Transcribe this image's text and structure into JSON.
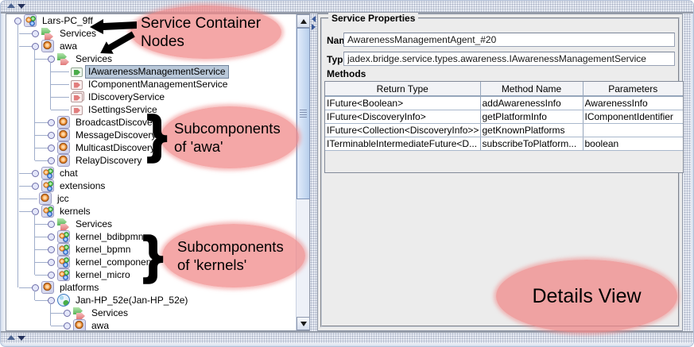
{
  "colors": {
    "highlight_pink": "#f08a8a",
    "selection_blue": "#b9c8d9",
    "tree_line": "#a0aecb",
    "grid_line": "#96a6bc",
    "panel_gray": "#ececec"
  },
  "tree": {
    "rows": [
      {
        "label": "Lars-PC_9ff",
        "level": 0,
        "icon": "platform-icon",
        "expanded": true
      },
      {
        "label": "Services",
        "level": 1,
        "icon": "services-icon",
        "expanded": false
      },
      {
        "label": "awa",
        "level": 1,
        "icon": "component-icon",
        "expanded": true
      },
      {
        "label": "Services",
        "level": 2,
        "icon": "services-icon",
        "expanded": true
      },
      {
        "label": "IAwarenessManagementService",
        "level": 3,
        "icon": "service-green-icon",
        "selected": true
      },
      {
        "label": "IComponentManagementService",
        "level": 3,
        "icon": "service-red-icon"
      },
      {
        "label": "IDiscoveryService",
        "level": 3,
        "icon": "service-red-double-icon"
      },
      {
        "label": "ISettingsService",
        "level": 3,
        "icon": "service-red-icon"
      },
      {
        "label": "BroadcastDiscovery",
        "level": 2,
        "icon": "component-icon",
        "expanded": false
      },
      {
        "label": "MessageDiscovery",
        "level": 2,
        "icon": "component-icon",
        "expanded": false
      },
      {
        "label": "MulticastDiscovery",
        "level": 2,
        "icon": "component-icon",
        "expanded": false
      },
      {
        "label": "RelayDiscovery",
        "level": 2,
        "icon": "component-icon",
        "expanded": false
      },
      {
        "label": "chat",
        "level": 1,
        "icon": "platform-icon",
        "expanded": false
      },
      {
        "label": "extensions",
        "level": 1,
        "icon": "platform-icon",
        "expanded": false
      },
      {
        "label": "jcc",
        "level": 1,
        "icon": "component-icon"
      },
      {
        "label": "kernels",
        "level": 1,
        "icon": "platform-icon",
        "expanded": true
      },
      {
        "label": "Services",
        "level": 2,
        "icon": "services-icon",
        "expanded": false
      },
      {
        "label": "kernel_bdibpmn",
        "level": 2,
        "icon": "platform-icon",
        "expanded": false
      },
      {
        "label": "kernel_bpmn",
        "level": 2,
        "icon": "platform-icon",
        "expanded": false
      },
      {
        "label": "kernel_component",
        "level": 2,
        "icon": "platform-icon",
        "expanded": false
      },
      {
        "label": "kernel_micro",
        "level": 2,
        "icon": "platform-icon",
        "expanded": false
      },
      {
        "label": "platforms",
        "level": 1,
        "icon": "component-icon",
        "expanded": true
      },
      {
        "label": "Jan-HP_52e(Jan-HP_52e)",
        "level": 2,
        "icon": "proxy-globe-icon",
        "expanded": true
      },
      {
        "label": "Services",
        "level": 3,
        "icon": "services-icon",
        "expanded": false
      },
      {
        "label": "awa",
        "level": 3,
        "icon": "component-icon",
        "expanded": false
      }
    ]
  },
  "details": {
    "panel_title": "Service Properties",
    "name_label": "Name",
    "name_value": "AwarenessManagementAgent_#20",
    "type_label": "Type",
    "type_value": "jadex.bridge.service.types.awareness.IAwarenessManagementService",
    "methods_label": "Methods",
    "table": {
      "columns": [
        "Return Type",
        "Method Name",
        "Parameters"
      ],
      "rows": [
        [
          "IFuture<Boolean>",
          "addAwarenessInfo",
          "AwarenessInfo"
        ],
        [
          "IFuture<DiscoveryInfo>",
          "getPlatformInfo",
          "IComponentIdentifier"
        ],
        [
          "IFuture<Collection<DiscoveryInfo>>",
          "getKnownPlatforms",
          ""
        ],
        [
          "ITerminableIntermediateFuture<D...",
          "subscribeToPlatform...",
          "boolean"
        ]
      ]
    }
  },
  "annotations": {
    "container_nodes": {
      "line1": "Service Container",
      "line2": "Nodes"
    },
    "sub_awa": {
      "line1": "Subcomponents",
      "line2": "of 'awa'"
    },
    "sub_kernels": {
      "line1": "Subcomponents",
      "line2": "of 'kernels'"
    },
    "details_view": "Details View",
    "brace": "}"
  }
}
